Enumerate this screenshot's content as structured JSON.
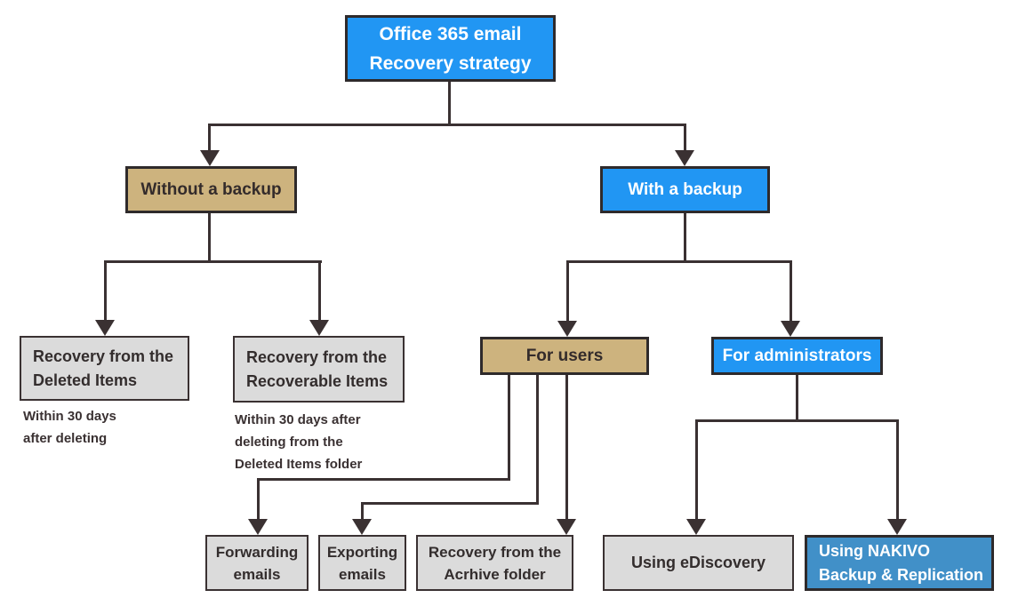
{
  "diagram": {
    "type": "flowchart",
    "background": "#ffffff"
  },
  "colors": {
    "blue": "#2196F3",
    "tan": "#CDB37E",
    "gray": "#DBDBDB",
    "steel_blue": "#4190C8",
    "line_and_text": "#3a3132",
    "box_border": "#2e2a2b"
  },
  "nodes": {
    "root": {
      "lines": [
        "Office 365 email",
        "Recovery strategy"
      ]
    },
    "without_backup": {
      "label": "Without a backup"
    },
    "with_backup": {
      "label": "With a backup"
    },
    "deleted_items": {
      "lines": [
        "Recovery from the",
        "Deleted Items"
      ],
      "note_lines": [
        "Within 30 days",
        "after deleting"
      ]
    },
    "recoverable_items": {
      "lines": [
        "Recovery from the",
        "Recoverable Items"
      ],
      "note_lines": [
        "Within 30 days  after",
        "deleting from the",
        "Deleted Items folder"
      ]
    },
    "for_users": {
      "label": "For users"
    },
    "for_administrators": {
      "label": "For administrators"
    },
    "forwarding_emails": {
      "lines": [
        "Forwarding",
        "emails"
      ]
    },
    "exporting_emails": {
      "lines": [
        "Exporting",
        "emails"
      ]
    },
    "archive_folder": {
      "lines": [
        "Recovery from the",
        "Acrhive folder"
      ]
    },
    "ediscovery": {
      "label": "Using eDiscovery"
    },
    "nakivo": {
      "lines": [
        "Using NAKIVO",
        "Backup & Replication"
      ]
    }
  }
}
